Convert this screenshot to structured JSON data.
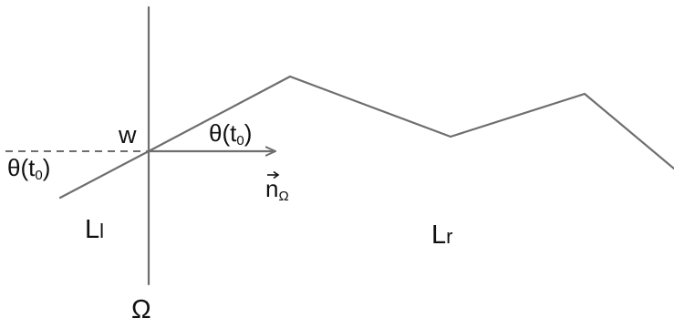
{
  "labels": {
    "w": "w",
    "theta_upper": {
      "base": "θ(t",
      "sub": "0",
      "close": ")"
    },
    "theta_lower": {
      "base": "θ(t",
      "sub": "0",
      "close": ")"
    },
    "normal": {
      "base": "n",
      "sub": "Ω"
    },
    "L_left": {
      "base": "L",
      "sub": "l"
    },
    "L_right": {
      "base": "L",
      "sub": "r"
    },
    "omega": "Ω"
  },
  "colors": {
    "line": "#6e6e6e",
    "text": "#111111"
  }
}
